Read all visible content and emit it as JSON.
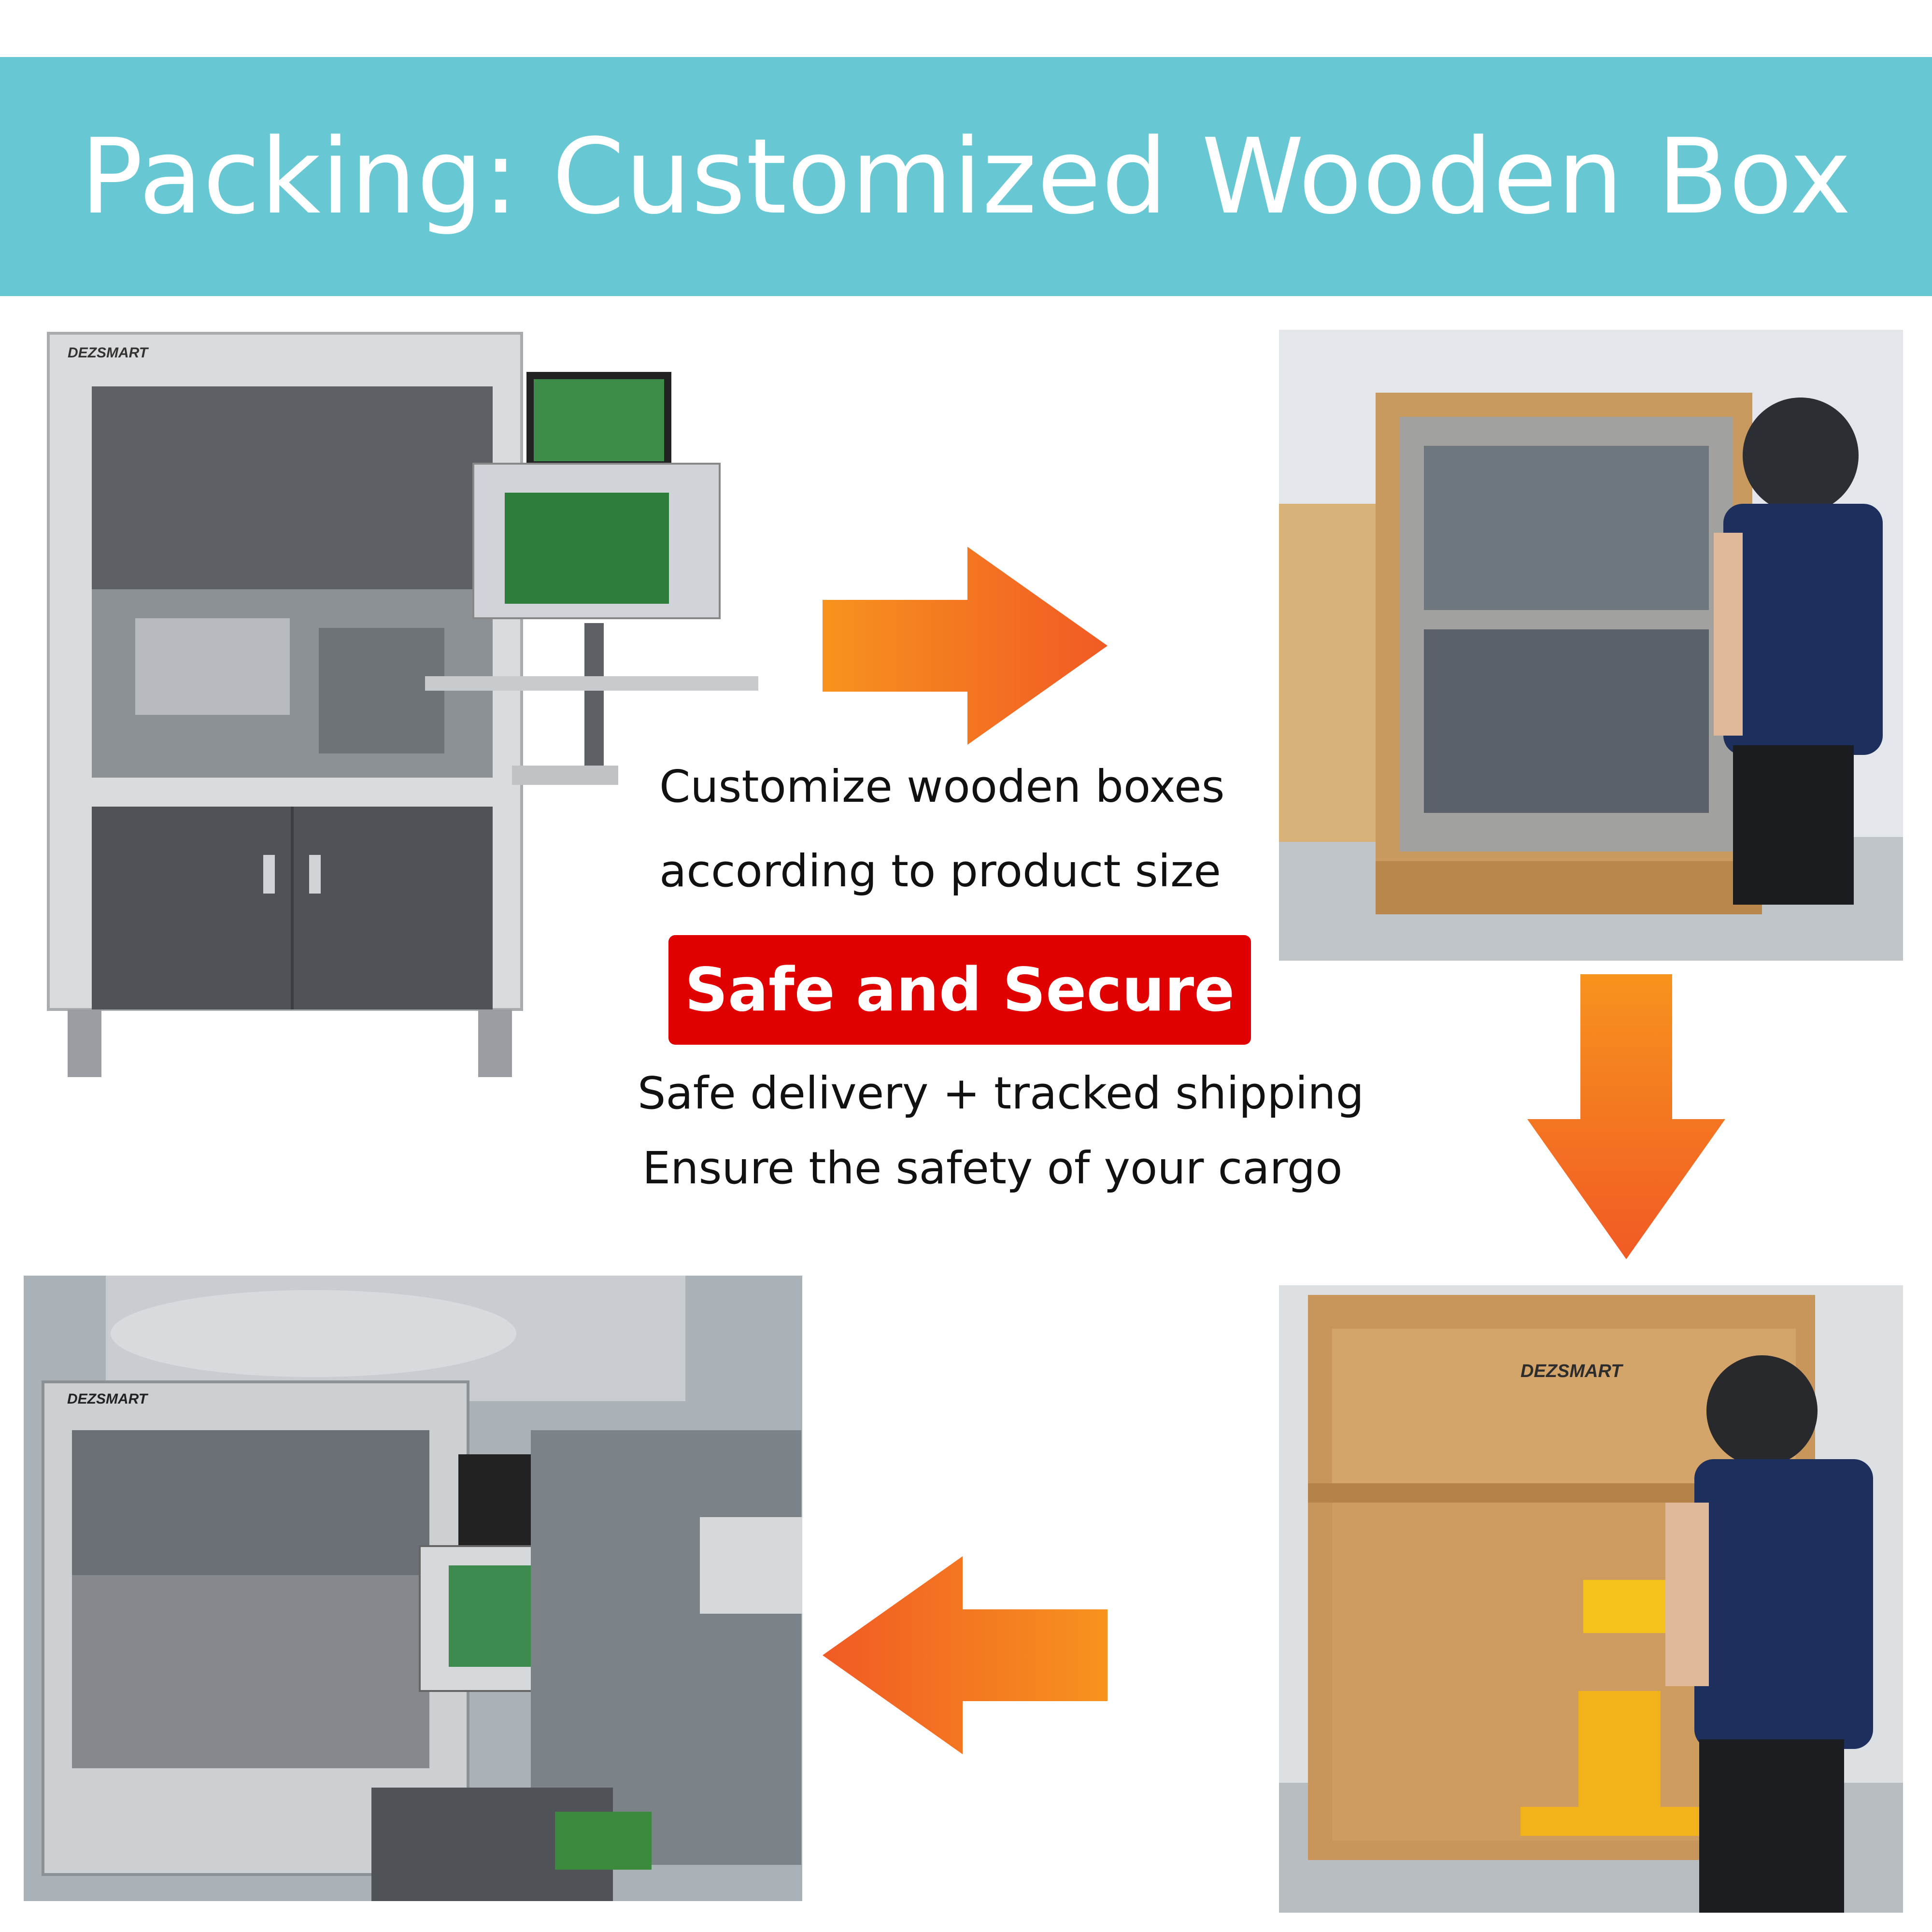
{
  "header": {
    "title": "Packing: Customized Wooden Box",
    "background_color": "#67c8d3"
  },
  "caption": {
    "line1": "Customize wooden boxes",
    "line2": "according to product size"
  },
  "badge": {
    "label": "Safe and Secure",
    "color": "#e00000"
  },
  "details": {
    "line1": "Safe delivery + tracked shipping",
    "line2": "Ensure the safety of your cargo"
  },
  "photos": {
    "machine_brand": "DEZSMART",
    "crate_brand": "DEZSMART",
    "lab_brand": "DEZSMART"
  },
  "arrow_color": "#f47b20"
}
